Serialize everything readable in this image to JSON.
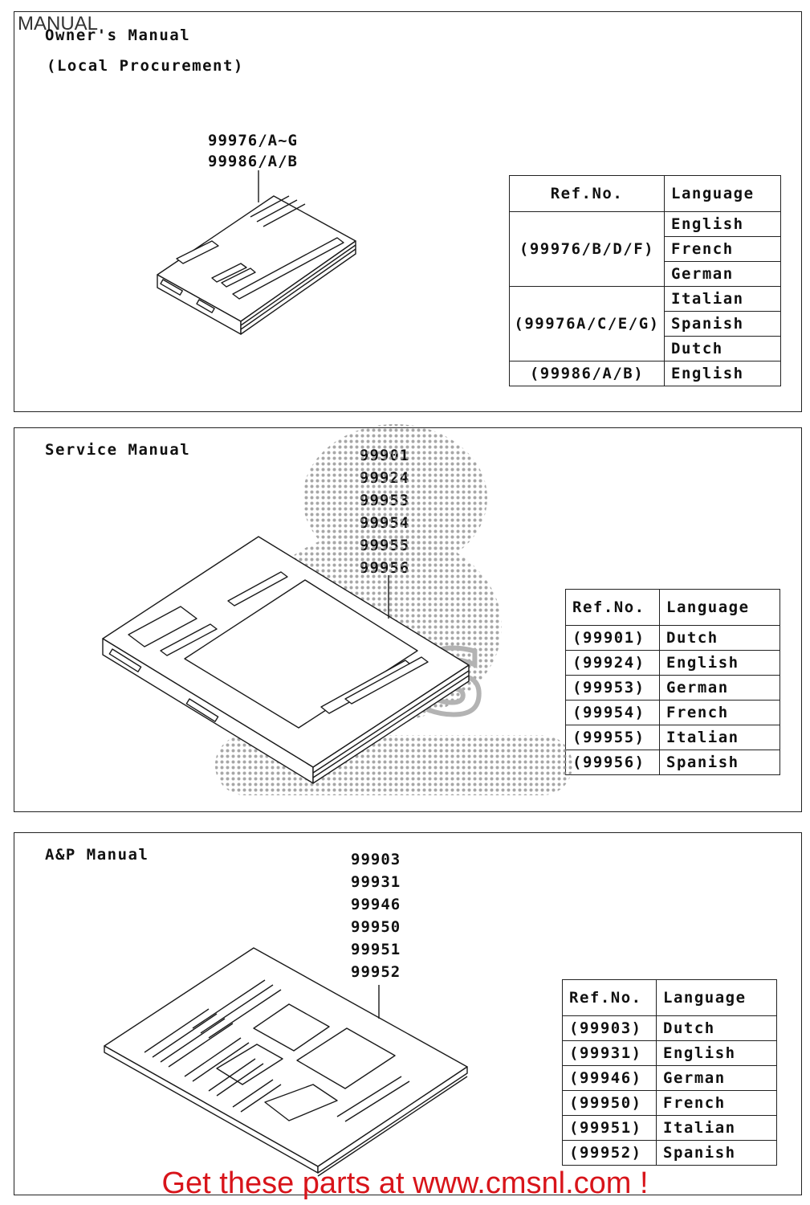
{
  "page_label": "MANUAL",
  "owners": {
    "title_line1": "Owner's Manual",
    "title_line2": "(Local Procurement)",
    "callout_line1": "99976/A~G",
    "callout_line2": "99986/A/B",
    "table_header_ref": "Ref.No.",
    "table_header_lang": "Language",
    "groups": [
      {
        "ref": "(99976/B/D/F)",
        "languages": [
          "English",
          "French",
          "German"
        ]
      },
      {
        "ref": "(99976A/C/E/G)",
        "languages": [
          "Italian",
          "Spanish",
          "Dutch"
        ]
      },
      {
        "ref": "(99986/A/B)",
        "languages": [
          "English"
        ]
      }
    ]
  },
  "service": {
    "title": "Service Manual",
    "callout_numbers": [
      "99901",
      "99924",
      "99953",
      "99954",
      "99955",
      "99956"
    ],
    "table_header_ref": "Ref.No.",
    "table_header_lang": "Language",
    "rows": [
      {
        "ref": "(99901)",
        "language": "Dutch"
      },
      {
        "ref": "(99924)",
        "language": "English"
      },
      {
        "ref": "(99953)",
        "language": "German"
      },
      {
        "ref": "(99954)",
        "language": "French"
      },
      {
        "ref": "(99955)",
        "language": "Italian"
      },
      {
        "ref": "(99956)",
        "language": "Spanish"
      }
    ]
  },
  "ap": {
    "title": "A&P Manual",
    "callout_numbers": [
      "99903",
      "99931",
      "99946",
      "99950",
      "99951",
      "99952"
    ],
    "table_header_ref": "Ref.No.",
    "table_header_lang": "Language",
    "rows": [
      {
        "ref": "(99903)",
        "language": "Dutch"
      },
      {
        "ref": "(99931)",
        "language": "English"
      },
      {
        "ref": "(99946)",
        "language": "German"
      },
      {
        "ref": "(99950)",
        "language": "French"
      },
      {
        "ref": "(99951)",
        "language": "Italian"
      },
      {
        "ref": "(99952)",
        "language": "Spanish"
      }
    ]
  },
  "watermark_text": "CMS",
  "footer_text": "Get these parts at www.cmsnl.com !",
  "colors": {
    "footer": "#d8141a",
    "line": "#222222",
    "watermark": "#9a9a9a"
  }
}
